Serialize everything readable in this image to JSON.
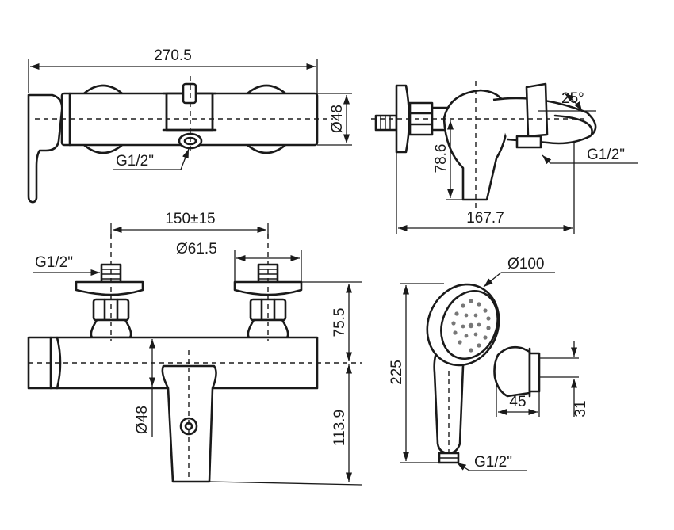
{
  "drawing": {
    "top_view": {
      "overall_width": "270.5",
      "body_diameter": "Ø48",
      "outlet_thread": "G1/2\""
    },
    "side_view": {
      "angle": "25°",
      "thread": "G1/2\"",
      "height": "78.6",
      "depth": "167.7"
    },
    "front_view": {
      "center_distance": "150±15",
      "flange_diameter": "Ø61.5",
      "inlet_thread": "G1/2\"",
      "upper_height": "75.5",
      "body_diameter": "Ø48",
      "lower_height": "113.9"
    },
    "hand_shower": {
      "head_diameter": "Ø100",
      "length": "225",
      "thread": "G1/2\""
    },
    "holder": {
      "depth": "45",
      "height": "31"
    }
  }
}
